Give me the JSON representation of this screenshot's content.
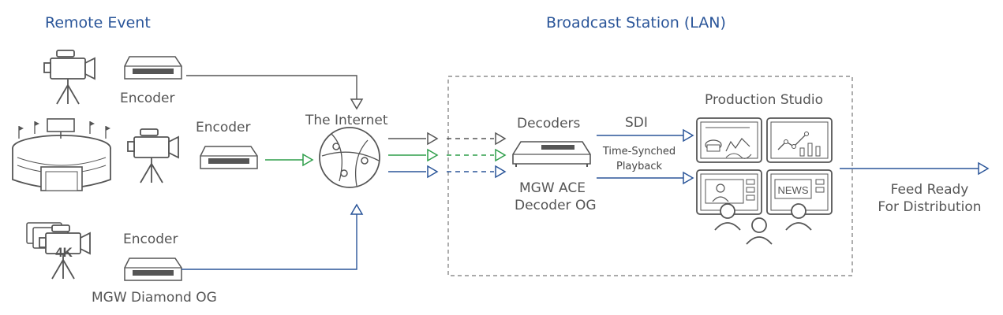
{
  "headings": {
    "remote_event": "Remote Event",
    "broadcast_station": "Broadcast Station (LAN)"
  },
  "labels": {
    "encoder_top": "Encoder",
    "encoder_middle": "Encoder",
    "encoder_bottom": "Encoder",
    "mgw_diamond": "MGW Diamond OG",
    "internet": "The Internet",
    "decoders": "Decoders",
    "mgw_ace_line1": "MGW ACE",
    "mgw_ace_line2": "Decoder OG",
    "sdi": "SDI",
    "time_synched_line1": "Time-Synched",
    "time_synched_line2": "Playback",
    "production_studio": "Production Studio",
    "news_screen": "NEWS",
    "feed_line1": "Feed Ready",
    "feed_line2": "For Distribution",
    "camera_4k": "4K"
  },
  "colors": {
    "heading_blue": "#2a5599",
    "stream_gray": "#555555",
    "stream_green": "#2e9e4a",
    "stream_blue": "#2a5599",
    "icon_stroke": "#555555"
  },
  "icons": [
    "camera-icon",
    "stadium-icon",
    "encoder-device-icon",
    "internet-globe-icon",
    "decoder-device-icon",
    "monitor-icon",
    "people-icon",
    "camera-4k-icon"
  ]
}
